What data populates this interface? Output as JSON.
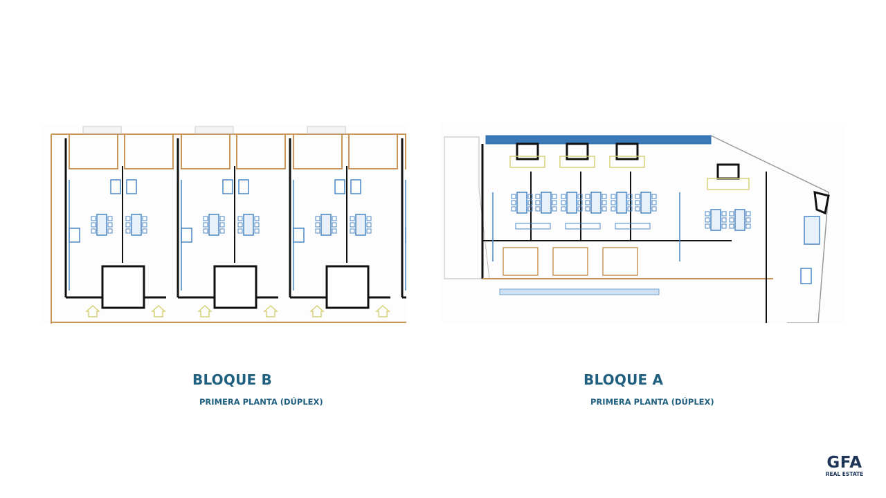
{
  "blocks": [
    {
      "title": "BLOQUE B",
      "subtitle": "PRIMERA PLANTA (DÚPLEX)"
    },
    {
      "title": "BLOQUE A",
      "subtitle": "PRIMERA PLANTA (DÚPLEX)"
    }
  ],
  "logo": {
    "main": "GFA",
    "tagline": "REAL ESTATE"
  },
  "colors": {
    "wall": "#111111",
    "partition": "#c8965a",
    "furniture": "#4a86c5",
    "accent": "#f0ec9a",
    "text": "#1f5f7f",
    "logo": "#1d3557"
  }
}
